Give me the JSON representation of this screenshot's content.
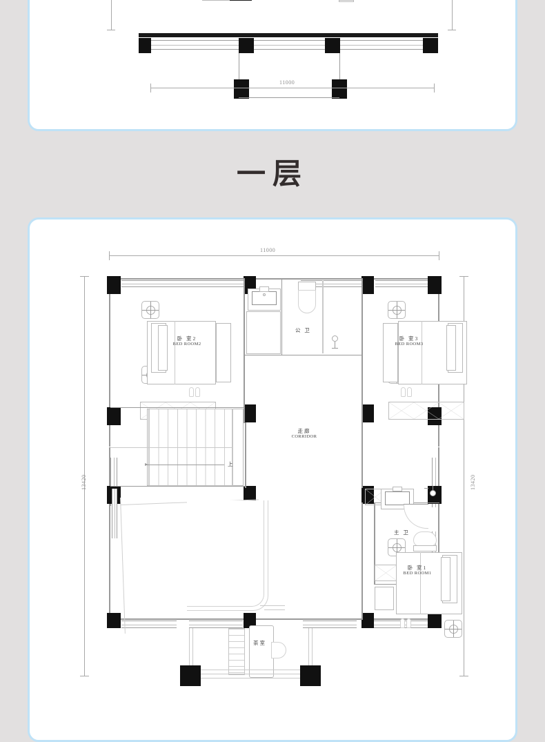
{
  "page": {
    "background_color": "#e2e0e0",
    "card_border_color": "#bfe2f7",
    "card_background": "#ffffff"
  },
  "heading": {
    "floor_title": "一层"
  },
  "top_card": {
    "dimension_width": "11000"
  },
  "main_plan": {
    "dimension_top": "11000",
    "dimension_left": "13420",
    "dimension_right": "13420",
    "rooms": [
      {
        "id": "bedroom2",
        "cn": "卧  室2",
        "en": "BED  ROOM2"
      },
      {
        "id": "public_wc",
        "cn": "公  卫",
        "en": ""
      },
      {
        "id": "bedroom3",
        "cn": "卧  室3",
        "en": "BED  ROOM3"
      },
      {
        "id": "corridor",
        "cn": "走廊",
        "en": "CORRIDOR"
      },
      {
        "id": "master_wc",
        "cn": "主  卫",
        "en": ""
      },
      {
        "id": "bedroom1",
        "cn": "卧  室1",
        "en": "BED  ROOM1"
      },
      {
        "id": "tea_room",
        "cn": "茶室",
        "en": ""
      }
    ],
    "stair_direction_label": "上"
  }
}
